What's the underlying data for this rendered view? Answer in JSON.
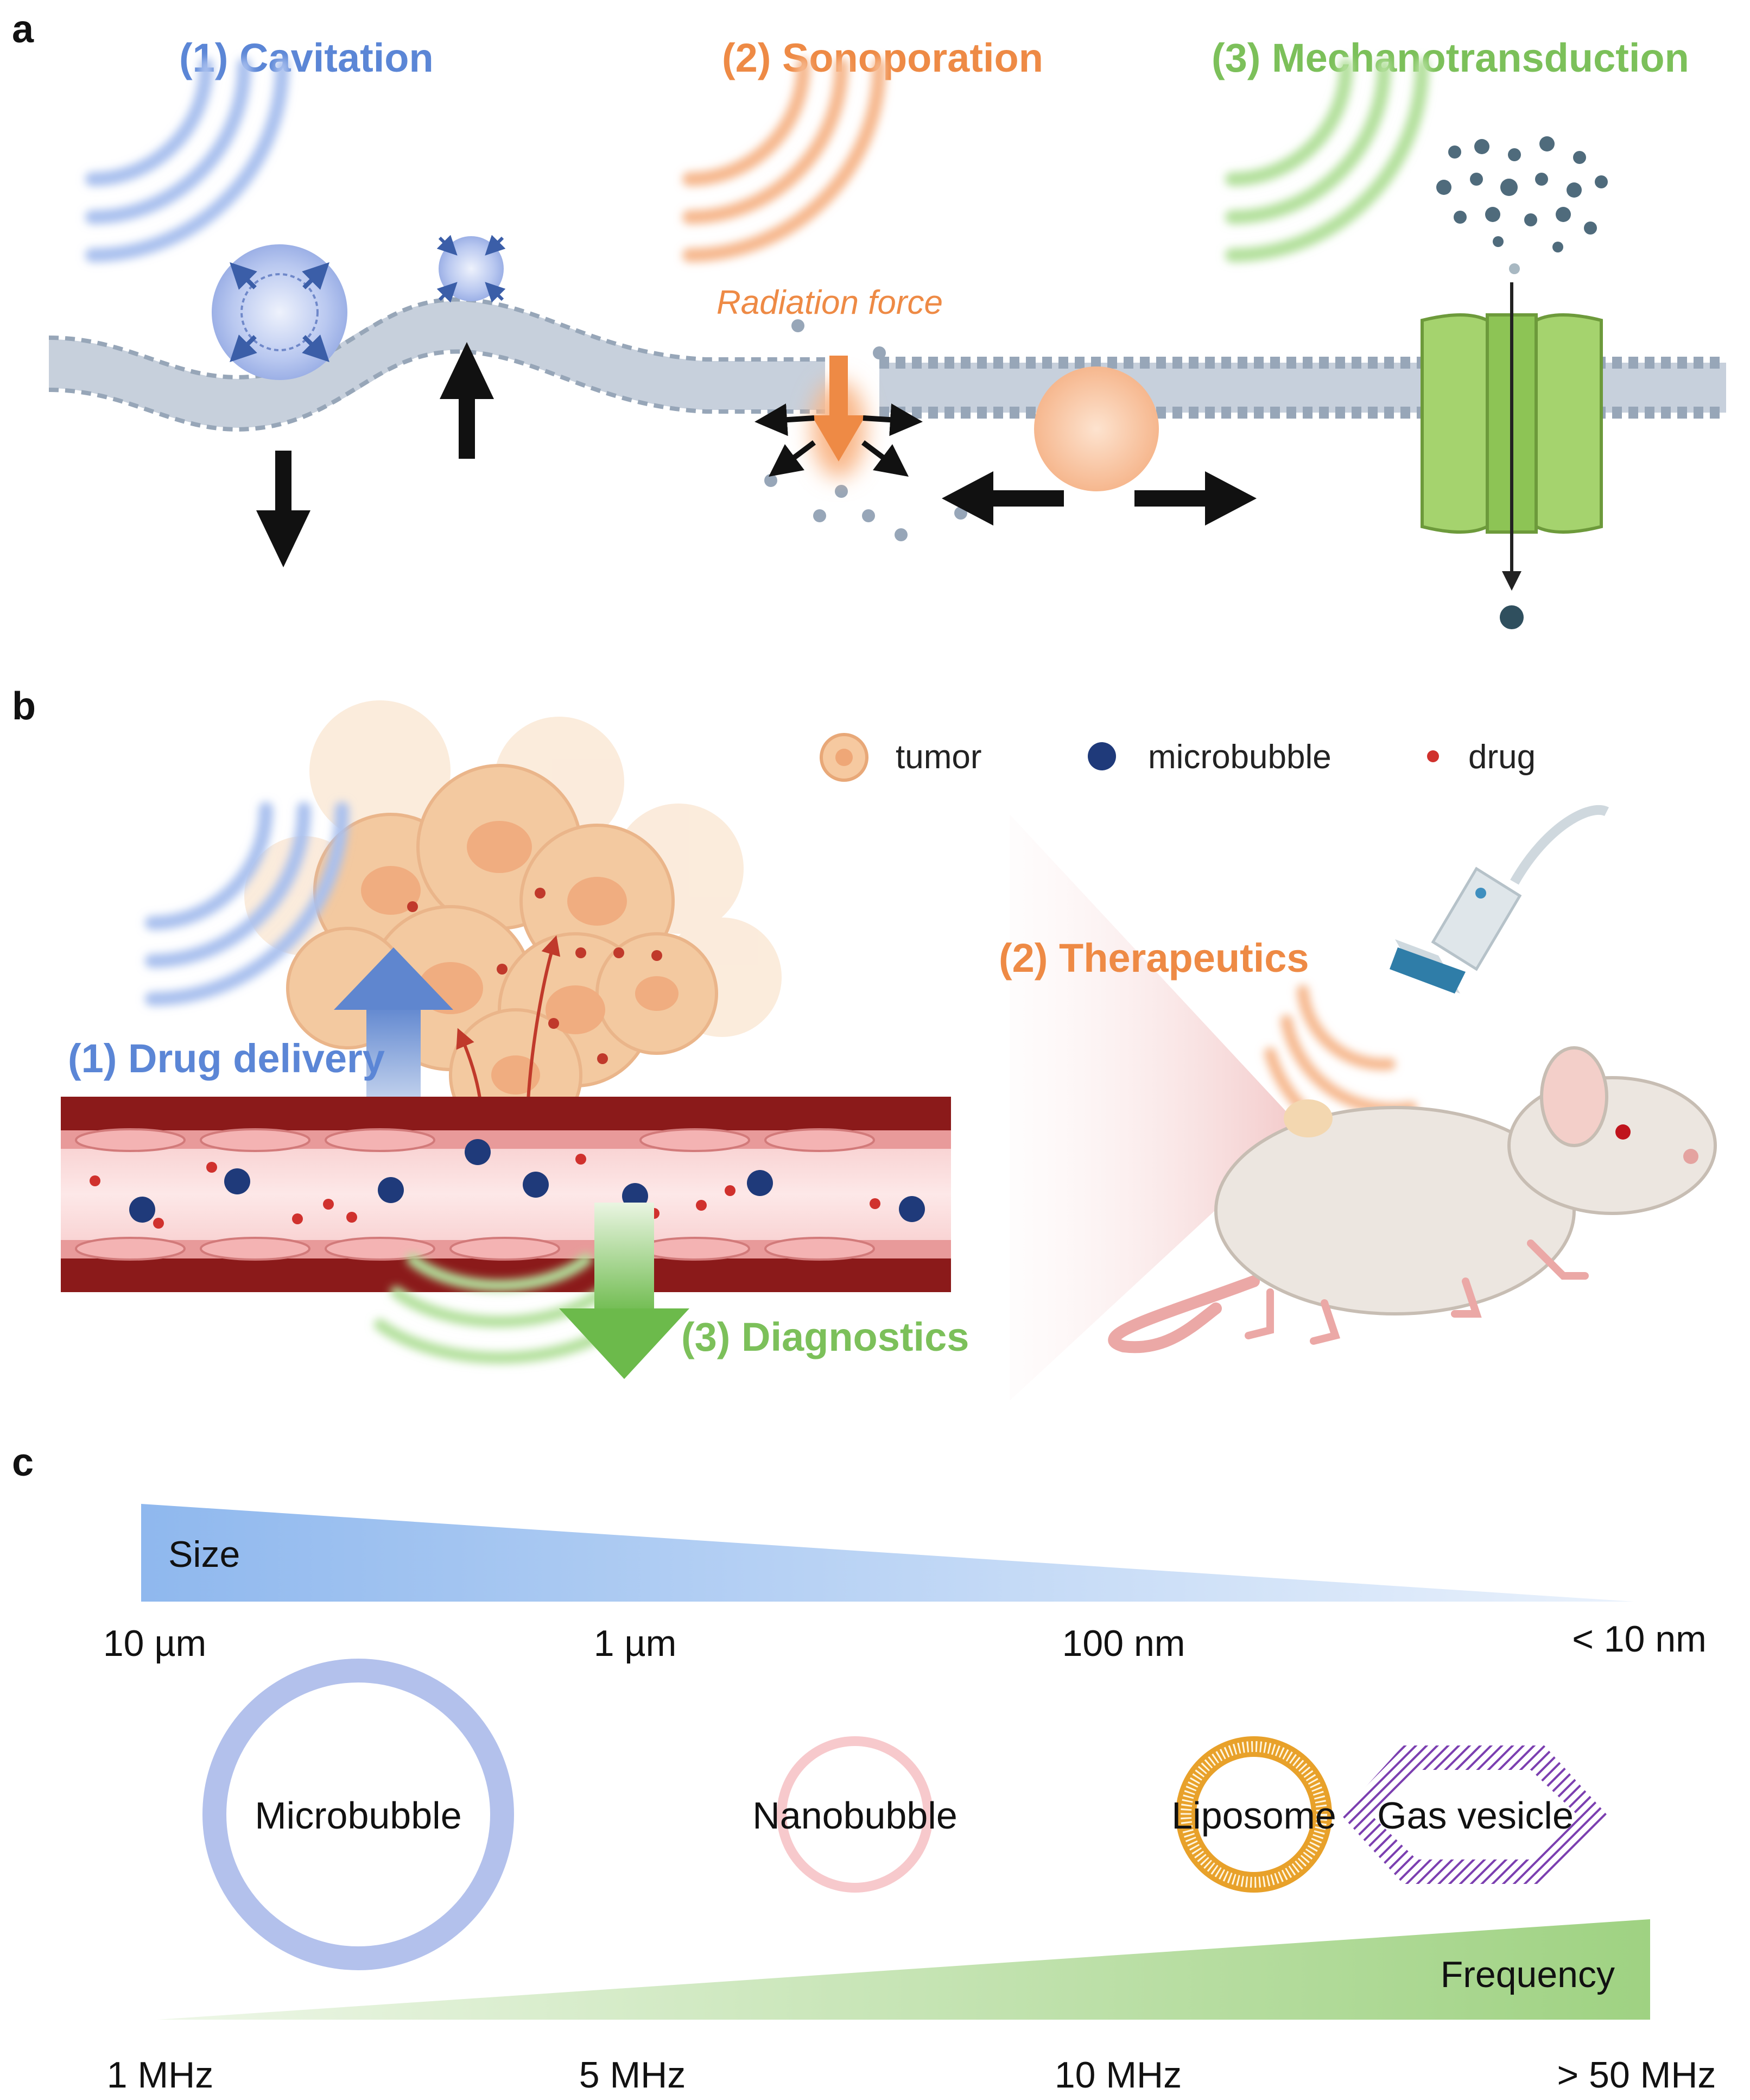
{
  "panel_a": {
    "label": "a",
    "mechanisms": {
      "cavitation": "(1) Cavitation",
      "sonoporation": "(2) Sonoporation",
      "mechanotransduction": "(3) Mechanotransduction"
    },
    "radiation_force": "Radiation force"
  },
  "panel_b": {
    "label": "b",
    "legend": {
      "tumor": "tumor",
      "microbubble": "microbubble",
      "drug": "drug"
    },
    "drug_delivery": "(1) Drug delivery",
    "therapeutics": "(2) Therapeutics",
    "diagnostics": "(3) Diagnostics"
  },
  "panel_c": {
    "label": "c",
    "size_label": "Size",
    "size_ticks": [
      "10 µm",
      "1 µm",
      "100 nm",
      "< 10 nm"
    ],
    "particles": {
      "microbubble": "Microbubble",
      "nanobubble": "Nanobubble",
      "liposome": "Liposome",
      "gas_vesicle": "Gas vesicle"
    },
    "frequency_label": "Frequency",
    "frequency_ticks": [
      "1 MHz",
      "5 MHz",
      "10 MHz",
      "> 50 MHz"
    ]
  },
  "colors": {
    "blue": "#5b86d6",
    "orange": "#ee8a45",
    "green": "#7cc05a",
    "membrane_head": "#97a6b8",
    "vessel_dark": "#8b1a1a",
    "tumor": "#f2c49b"
  }
}
